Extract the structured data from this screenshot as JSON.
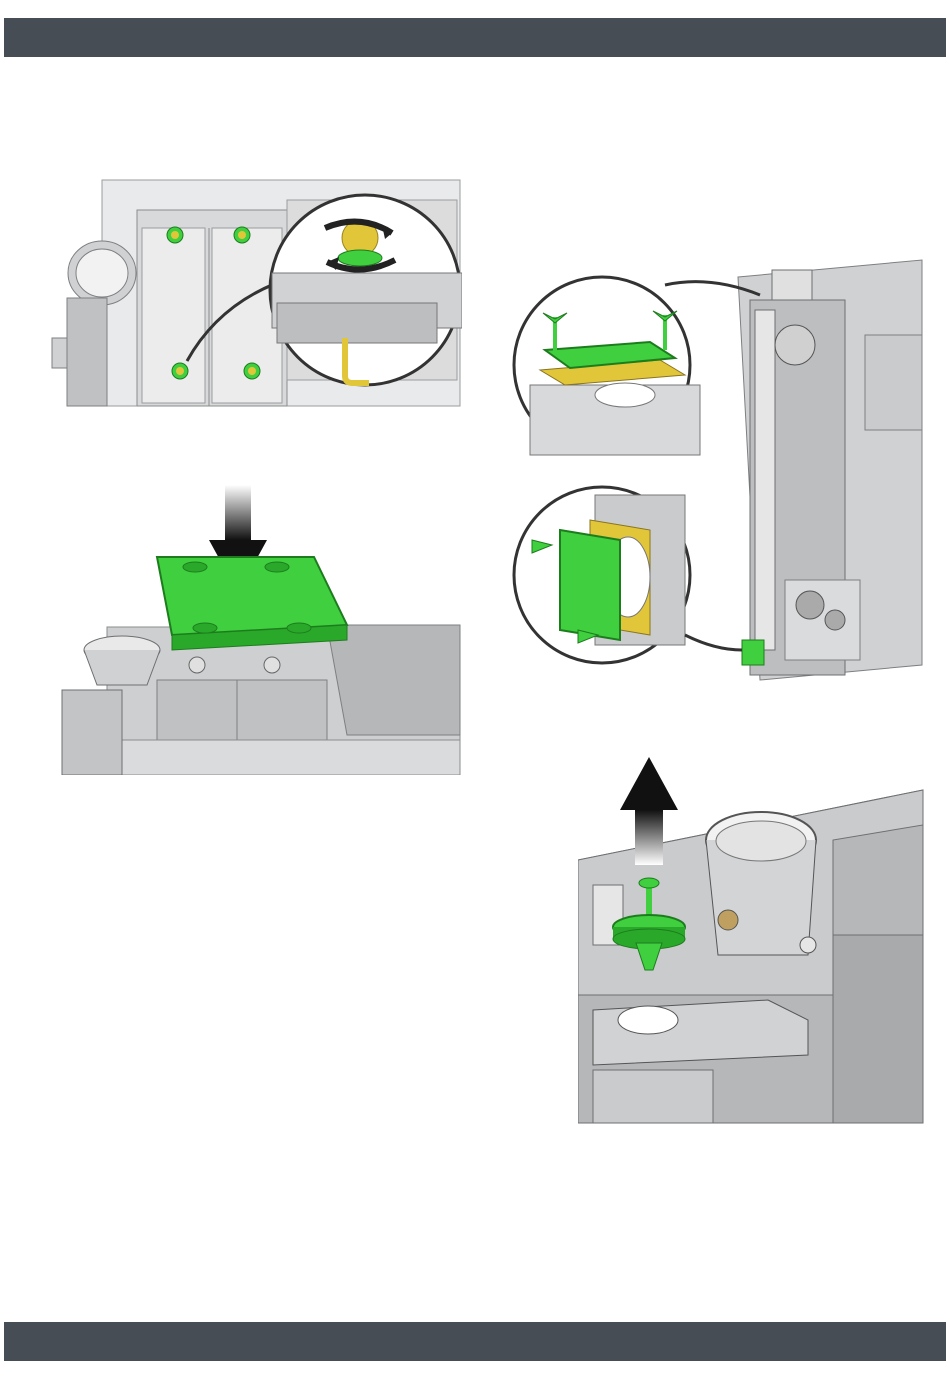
{
  "header": {
    "text": ""
  },
  "footer": {
    "text": ""
  },
  "figures": [
    {
      "name": "illustration-unscrew-cover-nuts"
    },
    {
      "name": "illustration-remove-cover-plate"
    },
    {
      "name": "illustration-inspection-openings-side"
    },
    {
      "name": "illustration-remove-turbulator-plug"
    }
  ],
  "colors": {
    "header_bar": "#474d55",
    "highlight_green": "#3fcf3f",
    "highlight_yellow": "#e2c63a",
    "metal_grey": "#c9cbcd"
  }
}
